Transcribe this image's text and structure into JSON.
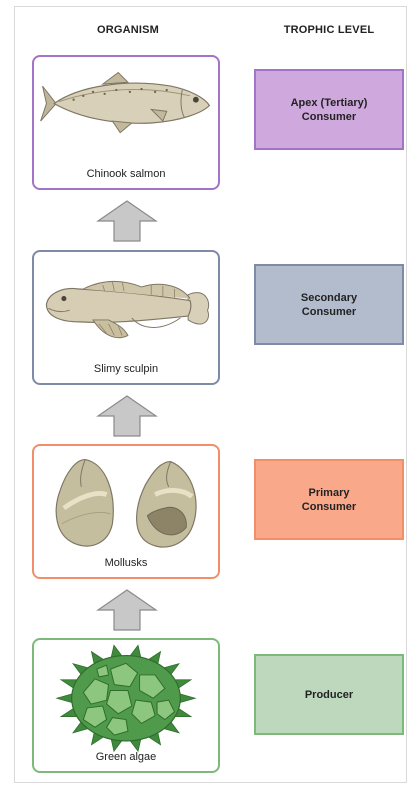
{
  "headers": {
    "organism": "ORGANISM",
    "trophic_level": "TROPHIC LEVEL"
  },
  "levels": [
    {
      "organism": "Chinook salmon",
      "trophic_level": "Apex (Tertiary)\nConsumer",
      "border_color": "#a273c6",
      "fill_color": "#cfa9dd",
      "icon": "salmon-icon"
    },
    {
      "organism": "Slimy sculpin",
      "trophic_level": "Secondary\nConsumer",
      "border_color": "#7f8aa6",
      "fill_color": "#b3bccd",
      "icon": "sculpin-icon"
    },
    {
      "organism": "Mollusks",
      "trophic_level": "Primary\nConsumer",
      "border_color": "#f28e68",
      "fill_color": "#f9a98a",
      "icon": "mollusks-icon"
    },
    {
      "organism": "Green algae",
      "trophic_level": "Producer",
      "border_color": "#7cba7a",
      "fill_color": "#bed8bd",
      "icon": "green-algae-icon"
    }
  ],
  "arrow_color": "#c8c8c8"
}
